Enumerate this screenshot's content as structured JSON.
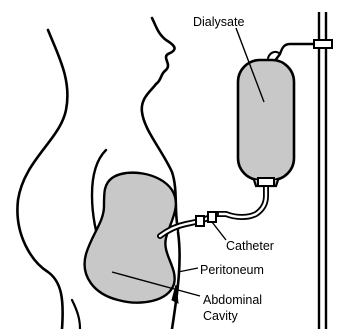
{
  "labels": {
    "dialysate": "Dialysate",
    "catheter": "Catheter",
    "peritoneum": "Peritoneum",
    "abdominal_cavity_line1": "Abdominal",
    "abdominal_cavity_line2": "Cavity"
  },
  "colors": {
    "ink": "#000000",
    "fill_gray": "#c8c8c8",
    "background": "#ffffff"
  }
}
